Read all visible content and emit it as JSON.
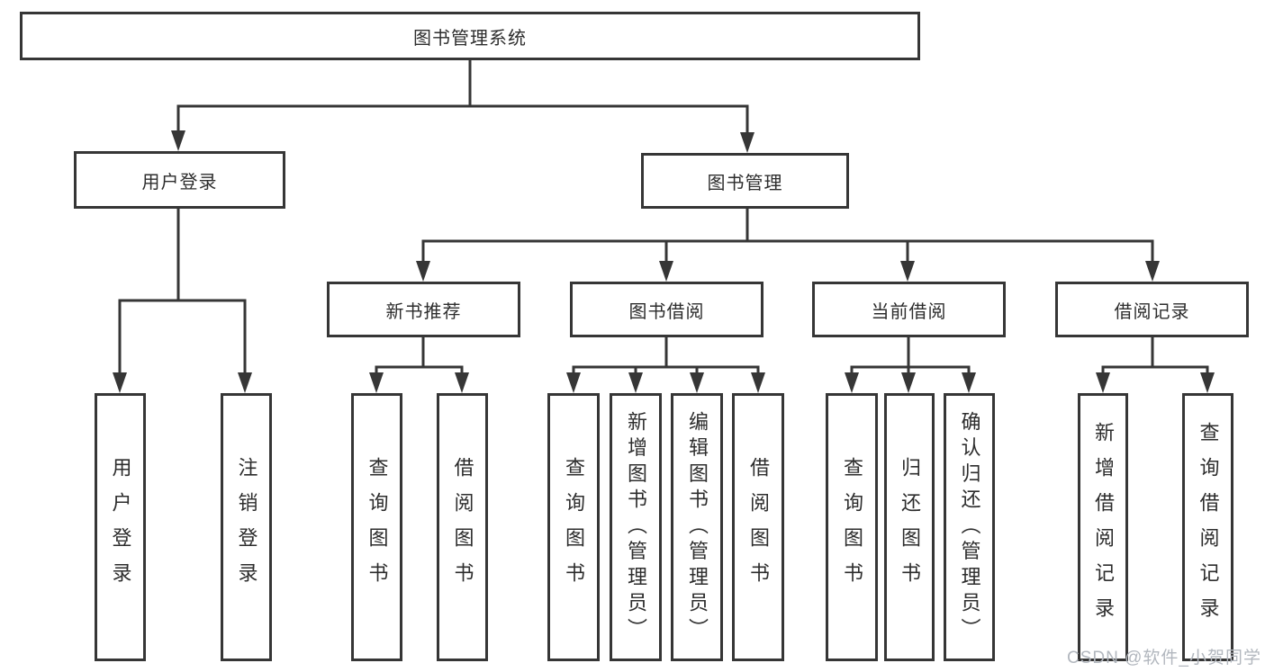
{
  "diagram": {
    "root": {
      "label": "图书管理系统"
    },
    "level2": [
      {
        "label": "用户登录"
      },
      {
        "label": "图书管理"
      }
    ],
    "level3": [
      {
        "label": "新书推荐",
        "parent": "图书管理"
      },
      {
        "label": "图书借阅",
        "parent": "图书管理"
      },
      {
        "label": "当前借阅",
        "parent": "图书管理"
      },
      {
        "label": "借阅记录",
        "parent": "图书管理"
      }
    ],
    "leaves": [
      {
        "label": "用户登录",
        "parent": "用户登录"
      },
      {
        "label": "注销登录",
        "parent": "用户登录"
      },
      {
        "label": "查询图书",
        "parent": "新书推荐"
      },
      {
        "label": "借阅图书",
        "parent": "新书推荐"
      },
      {
        "label": "查询图书",
        "parent": "图书借阅"
      },
      {
        "label": "新增图书（管理员）",
        "parent": "图书借阅"
      },
      {
        "label": "编辑图书（管理员）",
        "parent": "图书借阅"
      },
      {
        "label": "借阅图书",
        "parent": "图书借阅"
      },
      {
        "label": "查询图书",
        "parent": "当前借阅"
      },
      {
        "label": "归还图书",
        "parent": "当前借阅"
      },
      {
        "label": "确认归还（管理员）",
        "parent": "当前借阅"
      },
      {
        "label": "新增借阅记录",
        "parent": "借阅记录"
      },
      {
        "label": "查询借阅记录",
        "parent": "借阅记录"
      }
    ],
    "colors": {
      "line": "#363636",
      "text": "#2d2d2d",
      "background": "#ffffff",
      "watermark_text": "#b2b7be"
    },
    "watermark": "CSDN @软件_小贺同学"
  }
}
